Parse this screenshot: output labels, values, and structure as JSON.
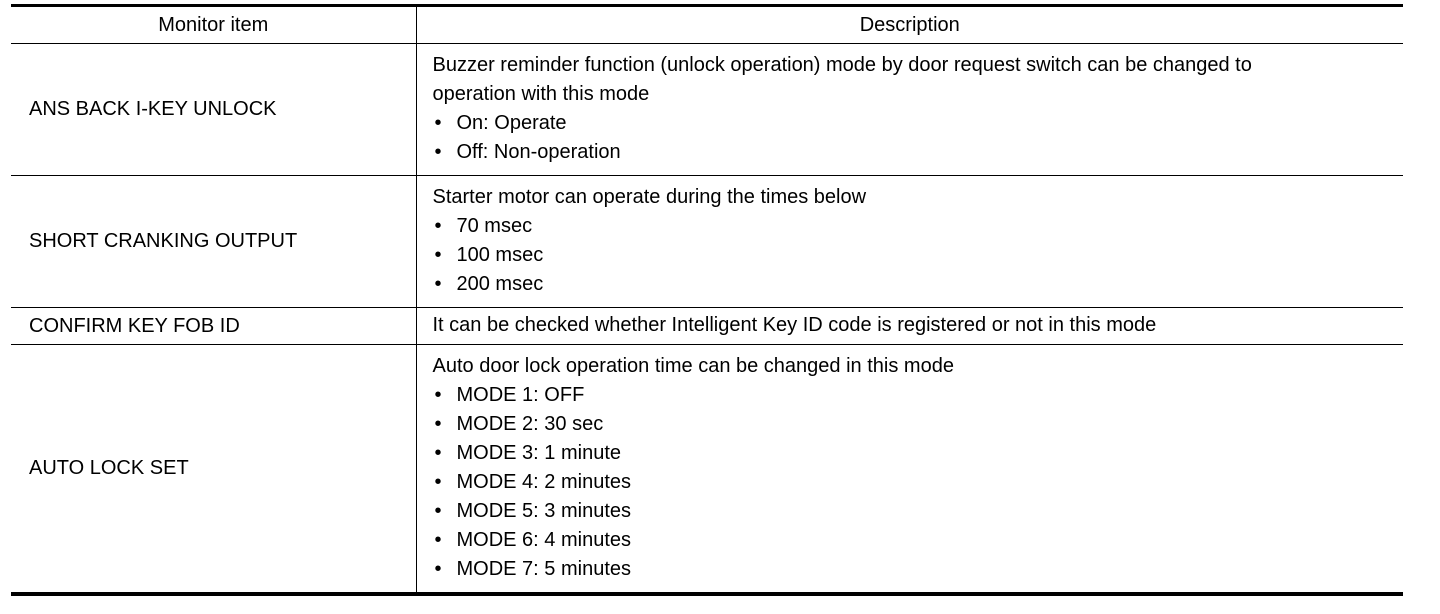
{
  "table": {
    "headers": {
      "item": "Monitor item",
      "description": "Description"
    },
    "rows": [
      {
        "item": "ANS BACK I-KEY UNLOCK",
        "desc_lines": [
          "Buzzer reminder function (unlock operation) mode by door request switch can be changed to",
          "operation with this mode"
        ],
        "bullets": [
          "On: Operate",
          "Off: Non-operation"
        ]
      },
      {
        "item": "SHORT CRANKING OUTPUT",
        "desc_lines": [
          "Starter motor can operate during the times below"
        ],
        "bullets": [
          "70 msec",
          "100 msec",
          "200 msec"
        ]
      },
      {
        "item": "CONFIRM KEY FOB ID",
        "desc_lines": [
          "It can be checked whether Intelligent Key ID code is registered or not in this mode"
        ],
        "bullets": []
      },
      {
        "item": "AUTO LOCK SET",
        "desc_lines": [
          "Auto door lock operation time can be changed in this mode"
        ],
        "bullets": [
          "MODE 1: OFF",
          "MODE 2: 30 sec",
          "MODE 3: 1 minute",
          "MODE 4: 2 minutes",
          "MODE 5: 3 minutes",
          "MODE 6: 4 minutes",
          "MODE 7: 5 minutes"
        ]
      }
    ],
    "bullet_glyph": "•"
  }
}
